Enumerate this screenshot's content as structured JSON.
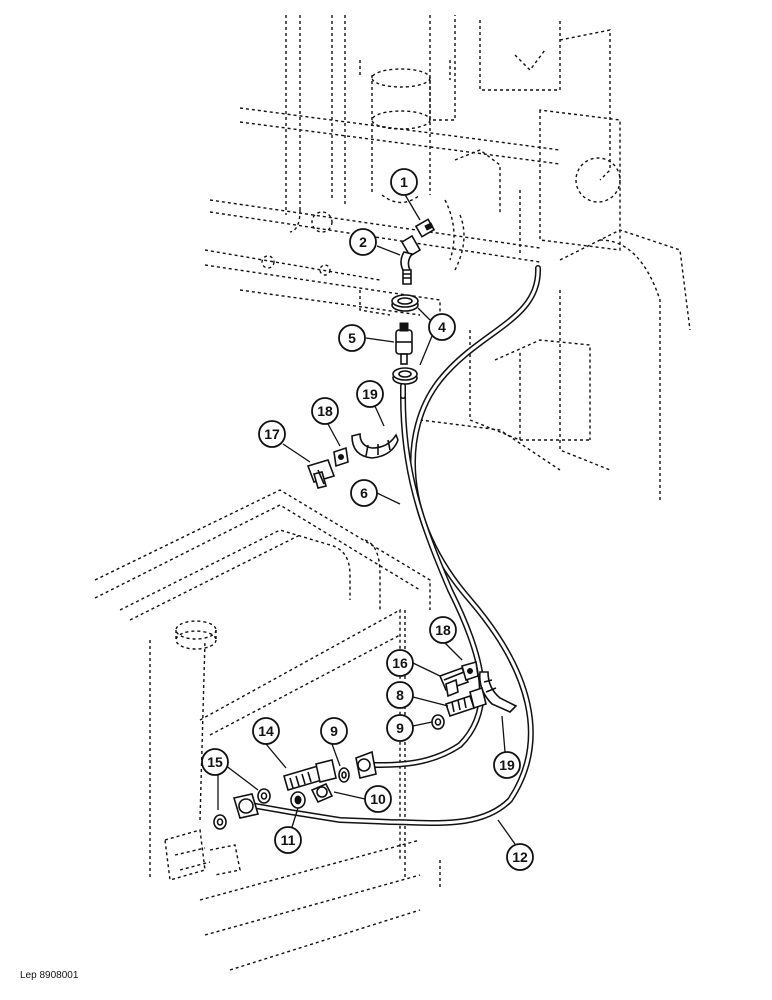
{
  "callouts": [
    {
      "id": "c1",
      "label": "1"
    },
    {
      "id": "c2",
      "label": "2"
    },
    {
      "id": "c4",
      "label": "4"
    },
    {
      "id": "c5",
      "label": "5"
    },
    {
      "id": "c19a",
      "label": "19"
    },
    {
      "id": "c18a",
      "label": "18"
    },
    {
      "id": "c17",
      "label": "17"
    },
    {
      "id": "c6",
      "label": "6"
    },
    {
      "id": "c18b",
      "label": "18"
    },
    {
      "id": "c16",
      "label": "16"
    },
    {
      "id": "c8",
      "label": "8"
    },
    {
      "id": "c9a",
      "label": "9"
    },
    {
      "id": "c9b",
      "label": "9"
    },
    {
      "id": "c14",
      "label": "14"
    },
    {
      "id": "c15",
      "label": "15"
    },
    {
      "id": "c19b",
      "label": "19"
    },
    {
      "id": "c10",
      "label": "10"
    },
    {
      "id": "c11",
      "label": "11"
    },
    {
      "id": "c12",
      "label": "12"
    }
  ],
  "figure_ref": "Lep 8908001"
}
